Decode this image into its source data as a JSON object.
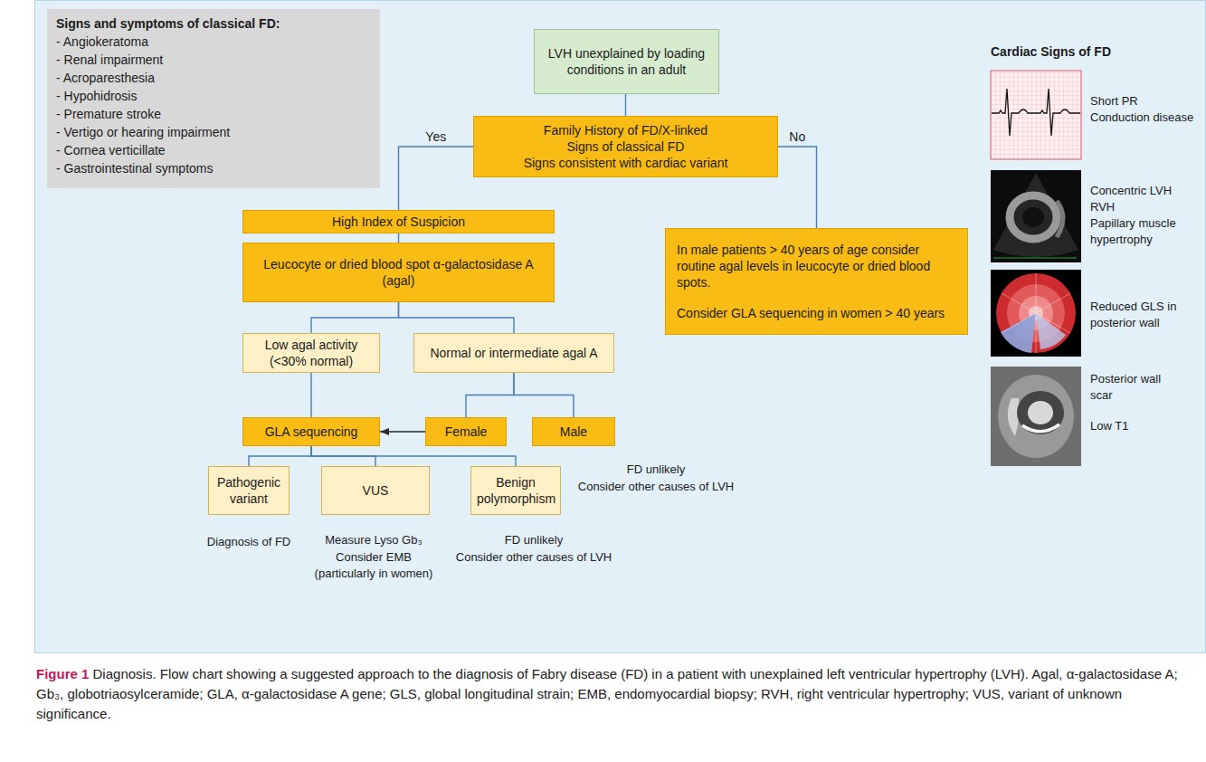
{
  "diagram": {
    "caption": "Figure 1 Diagnosis. Flow chart showing a suggested approach to the diagnosis of Fabry disease (FD) in a patient with unexplained left ventricular hypertrophy (LVH). Agal, α-galactosidase A; Gb₃, globotriaosylceramide; GLA, α-galactosidase A gene; GLS, global longitudinal strain; EMB, endomyocardial biopsy; RVH, right ventricular hypertrophy; VUS, variant of unknown significance.",
    "nodes": [
      {
        "text": [
          "Signs and symptoms of classical FD:",
          "- Angiokeratoma",
          "- Renal impairment",
          "- Acroparesthesia",
          "- Hypohidrosis",
          "- Premature stroke",
          "- Vertigo or hearing impairment",
          "- Cornea verticillate",
          "- Gastrointestinal symptoms"
        ]
      },
      {
        "text": [
          "LVH unexplained by loading conditions in an adult"
        ]
      },
      {
        "text": [
          "Family History of FD/X-linked",
          "Signs of classical FD",
          "Signs consistent with cardiac variant"
        ]
      },
      {
        "text": [
          "High Index of Suspicion"
        ]
      },
      {
        "text": [
          "In male patients > 40 years of age consider routine agal levels in leucocyte or dried blood spots.",
          "Consider GLA sequencing in women > 40 years"
        ]
      },
      {
        "text": [
          "Leucocyte or dried blood spot α-galactosidase A (agal)"
        ]
      },
      {
        "text": [
          "Low agal activity (<30% normal)"
        ]
      },
      {
        "text": [
          "Normal or intermediate agal A"
        ]
      },
      {
        "text": [
          "GLA sequencing"
        ]
      },
      {
        "text": [
          "Female"
        ]
      },
      {
        "text": [
          "Male"
        ]
      },
      {
        "text": [
          "Pathogenic variant"
        ]
      },
      {
        "text": [
          "VUS"
        ]
      },
      {
        "text": [
          "Benign polymorphism"
        ]
      }
    ],
    "edges": [
      {
        "from": 1,
        "to": 2,
        "arrow": "none"
      },
      {
        "from": 2,
        "to": 3,
        "label": "Yes",
        "arrow": "none"
      },
      {
        "from": 2,
        "to": 4,
        "label": "No",
        "arrow": "none"
      },
      {
        "from": 3,
        "to": 5,
        "arrow": "none"
      },
      {
        "from": 5,
        "to": 6,
        "arrow": "none"
      },
      {
        "from": 5,
        "to": 7,
        "arrow": "none"
      },
      {
        "from": 6,
        "to": 8,
        "arrow": "none"
      },
      {
        "from": 7,
        "to": 9,
        "arrow": "none"
      },
      {
        "from": 7,
        "to": 10,
        "arrow": "none"
      },
      {
        "from": 9,
        "to": 8,
        "arrow": "to"
      },
      {
        "from": 8,
        "to": 11,
        "arrow": "none"
      },
      {
        "from": 8,
        "to": 12,
        "arrow": "none"
      },
      {
        "from": 8,
        "to": 13,
        "arrow": "none"
      }
    ],
    "labels": [
      "FD unlikely",
      "Consider other causes of LVH",
      "Diagnosis of FD",
      "Measure Lyso Gb₃",
      "Consider EMB (particularly in women)",
      "FD unlikely",
      "Consider other causes of LVH",
      "Cardiac Signs of FD",
      "Short PR",
      "Conduction disease",
      "Concentric LVH",
      "RVH",
      "Papillary muscle hypertrophy",
      "Reduced GLS in posterior wall",
      "Posterior wall scar",
      "Low T1"
    ]
  }
}
